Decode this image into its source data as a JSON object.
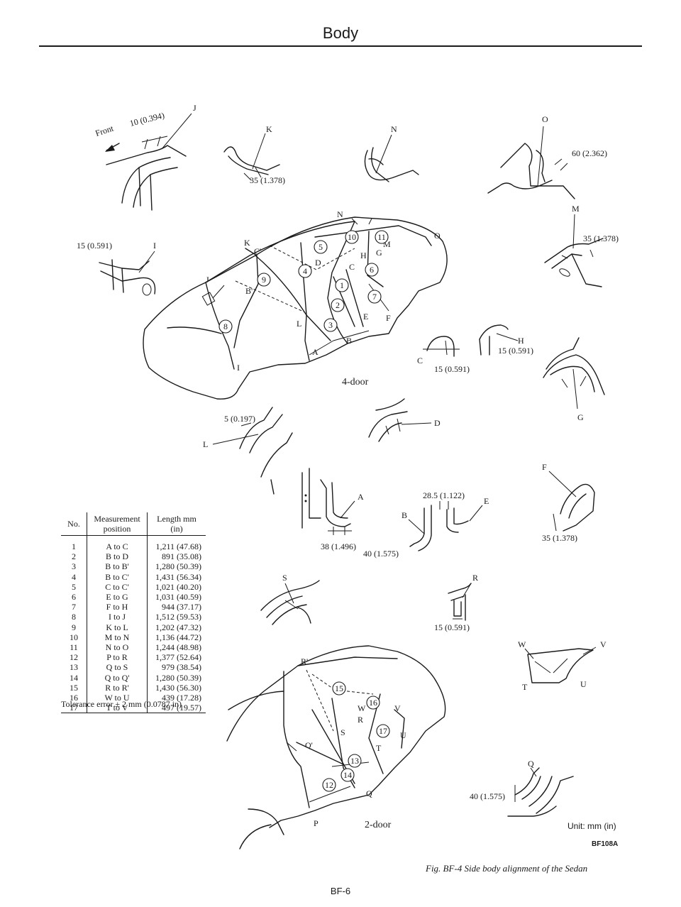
{
  "header": {
    "title": "Body"
  },
  "callouts": {
    "front_j": {
      "front": "Front",
      "dim": "10 (0.394)",
      "point": "J"
    },
    "k": {
      "point": "K",
      "dim": "35 (1.378)"
    },
    "n": {
      "point": "N"
    },
    "o": {
      "point": "O",
      "dim": "60 (2.362)"
    },
    "m": {
      "point": "M",
      "dim": "35 (1.378)"
    },
    "i": {
      "point": "I",
      "dim": "15 (0.591)"
    },
    "h": {
      "point": "H",
      "dim": "15 (0.591)"
    },
    "c": {
      "point": "C",
      "dim": "15 (0.591)"
    },
    "g": {
      "point": "G"
    },
    "l": {
      "point": "L",
      "dim": "5 (0.197)"
    },
    "d": {
      "point": "D"
    },
    "f": {
      "point": "F",
      "dim": "35 (1.378)"
    },
    "a": {
      "point": "A",
      "dim": "38 (1.496)"
    },
    "b": {
      "point": "B",
      "dim": "40 (1.575)"
    },
    "e": {
      "point": "E",
      "dim": "28.5 (1.122)"
    },
    "s": {
      "point": "S"
    },
    "r": {
      "point": "R",
      "dim": "15 (0.591)"
    },
    "wv": {
      "w": "W",
      "v": "V",
      "t": "T",
      "u": "U"
    },
    "q": {
      "point": "Q",
      "dim": "40 (1.575)"
    }
  },
  "four_door": {
    "label": "4-door",
    "points": [
      "N",
      "K",
      "C'",
      "J",
      "B'",
      "D",
      "H",
      "G",
      "M",
      "O",
      "C",
      "E",
      "F",
      "A",
      "B",
      "L",
      "I"
    ],
    "numbers": [
      "5",
      "10",
      "11",
      "4",
      "9",
      "1",
      "6",
      "2",
      "7",
      "8",
      "3"
    ]
  },
  "two_door": {
    "label": "2-door",
    "points": [
      "R'",
      "W",
      "V",
      "R",
      "S",
      "U",
      "Q'",
      "T",
      "Q",
      "P"
    ],
    "numbers": [
      "15",
      "16",
      "17",
      "13",
      "14",
      "12"
    ]
  },
  "table": {
    "headers": {
      "no": "No.",
      "position": "Measurement position",
      "length": "Length mm (in)"
    },
    "rows": [
      {
        "no": "1",
        "position": "A to C",
        "length": "1,211 (47.68)"
      },
      {
        "no": "2",
        "position": "B to D",
        "length": "891 (35.08)"
      },
      {
        "no": "3",
        "position": "B to B'",
        "length": "1,280 (50.39)"
      },
      {
        "no": "4",
        "position": "B to C'",
        "length": "1,431 (56.34)"
      },
      {
        "no": "5",
        "position": "C to C'",
        "length": "1,021 (40.20)"
      },
      {
        "no": "6",
        "position": "E to G",
        "length": "1,031 (40.59)"
      },
      {
        "no": "7",
        "position": "F to H",
        "length": "944 (37.17)"
      },
      {
        "no": "8",
        "position": "I to J",
        "length": "1,512 (59.53)"
      },
      {
        "no": "9",
        "position": "K to L",
        "length": "1,202 (47.32)"
      },
      {
        "no": "10",
        "position": "M to N",
        "length": "1,136 (44.72)"
      },
      {
        "no": "11",
        "position": "N to O",
        "length": "1,244 (48.98)"
      },
      {
        "no": "12",
        "position": "P to R",
        "length": "1,377 (52.64)"
      },
      {
        "no": "13",
        "position": "Q to S",
        "length": "979 (38.54)"
      },
      {
        "no": "14",
        "position": "Q to Q'",
        "length": "1,280 (50.39)"
      },
      {
        "no": "15",
        "position": "R to R'",
        "length": "1,430 (56.30)"
      },
      {
        "no": "16",
        "position": "W to U",
        "length": "439 (17.28)"
      },
      {
        "no": "17",
        "position": "T to V",
        "length": "497 (19.57)"
      }
    ]
  },
  "tolerance": "Tolerance error ± 2 mm (0.0787 in)",
  "unit": "Unit: mm (in)",
  "code": "BF108A",
  "caption": "Fig. BF-4 Side body alignment of the Sedan",
  "page_number": "BF-6"
}
